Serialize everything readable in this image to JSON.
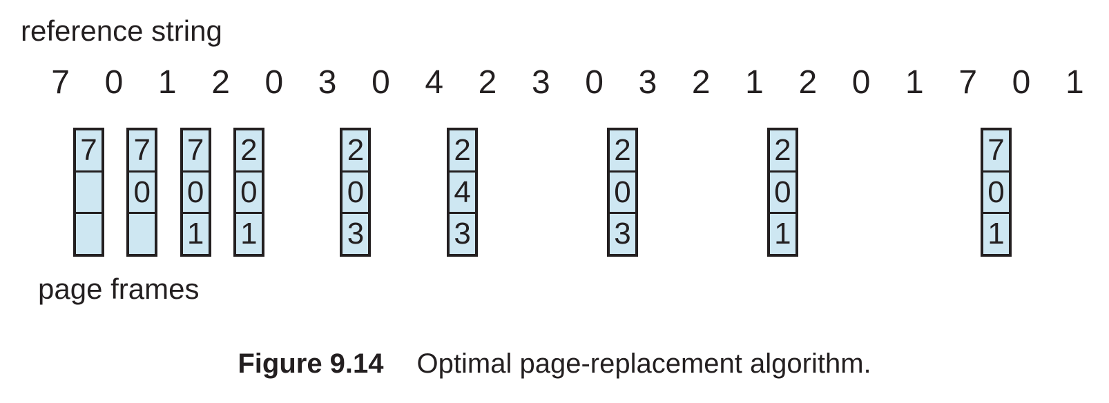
{
  "labels": {
    "reference_string": "reference string",
    "page_frames": "page frames"
  },
  "caption": {
    "figure_number": "Figure 9.14",
    "text": "Optimal page-replacement algorithm."
  },
  "reference_string": [
    "7",
    "0",
    "1",
    "2",
    "0",
    "3",
    "0",
    "4",
    "2",
    "3",
    "0",
    "3",
    "2",
    "1",
    "2",
    "0",
    "1",
    "7",
    "0",
    "1"
  ],
  "frame_columns": [
    {
      "ref_index": 0,
      "frames": [
        "7",
        "",
        ""
      ]
    },
    {
      "ref_index": 1,
      "frames": [
        "7",
        "0",
        ""
      ]
    },
    {
      "ref_index": 2,
      "frames": [
        "7",
        "0",
        "1"
      ]
    },
    {
      "ref_index": 3,
      "frames": [
        "2",
        "0",
        "1"
      ]
    },
    {
      "ref_index": 5,
      "frames": [
        "2",
        "0",
        "3"
      ]
    },
    {
      "ref_index": 7,
      "frames": [
        "2",
        "4",
        "3"
      ]
    },
    {
      "ref_index": 10,
      "frames": [
        "2",
        "0",
        "3"
      ]
    },
    {
      "ref_index": 13,
      "frames": [
        "2",
        "0",
        "1"
      ]
    },
    {
      "ref_index": 17,
      "frames": [
        "7",
        "0",
        "1"
      ]
    }
  ],
  "colors": {
    "ink": "#231f20",
    "cell_fill": "#cee7f2",
    "background": "#ffffff"
  }
}
